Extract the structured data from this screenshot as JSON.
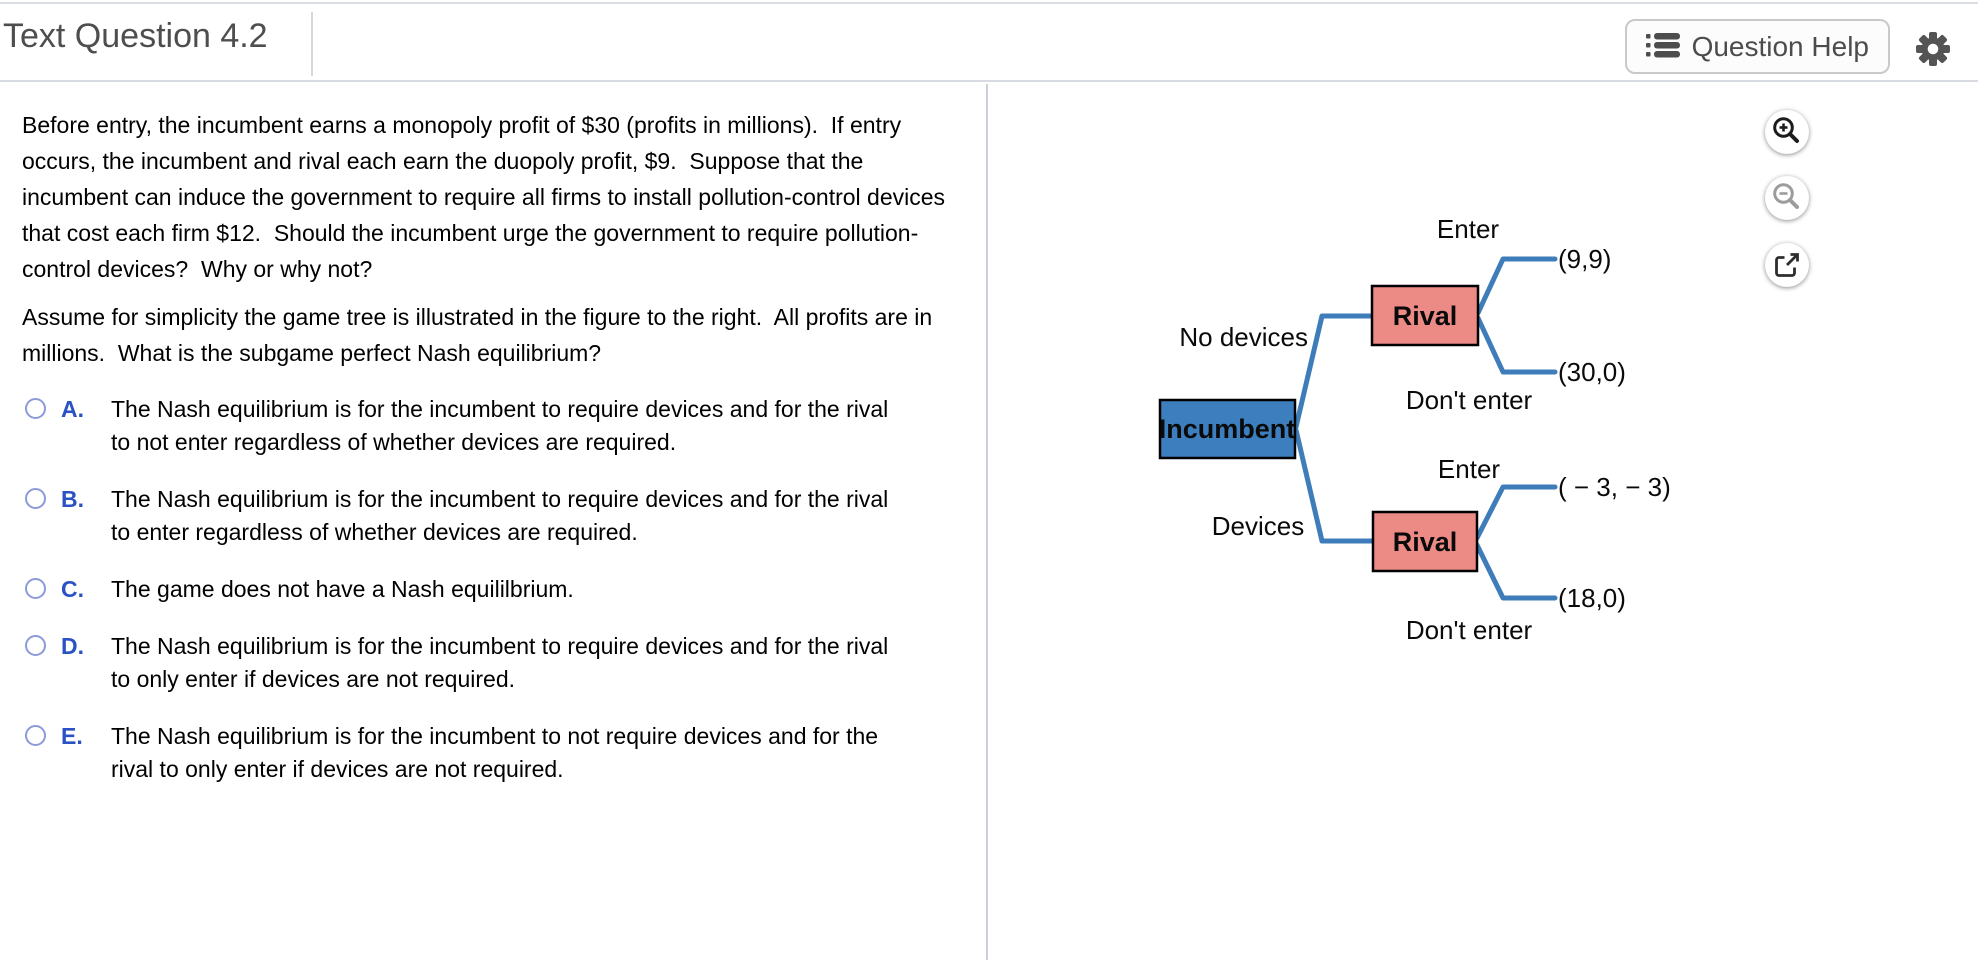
{
  "header": {
    "title": "Text Question 4.2",
    "help_button": {
      "label": "Question Help",
      "icon": "menu-list-icon"
    },
    "settings_icon": "gear-icon"
  },
  "question": {
    "paragraph1": "Before entry, the incumbent earns a monopoly profit of $30 (profits in millions).  If entry occurs, the incumbent and rival each earn the duopoly profit, $9.  Suppose that the incumbent can induce the government to require all firms to install pollution-control devices that cost each firm $12.  Should the incumbent urge the government to require pollution-control devices?  Why or why not?",
    "paragraph2": "Assume for simplicity the game tree is illustrated in the figure to the right.  All profits are in millions.  What is the subgame perfect Nash equilibrium?",
    "options": [
      {
        "letter": "A.",
        "text": "The Nash equilibrium is for the incumbent to require devices and for the rival to not enter regardless of whether devices are required."
      },
      {
        "letter": "B.",
        "text": "The Nash equilibrium is for the incumbent to require devices and for the rival to enter regardless of whether devices are required."
      },
      {
        "letter": "C.",
        "text": "The game does not have a Nash equililbrium."
      },
      {
        "letter": "D.",
        "text": "The Nash equilibrium is for the incumbent to require devices and for the rival to only enter if devices are not required."
      },
      {
        "letter": "E.",
        "text": "The Nash equilibrium is for the incumbent to not require devices and for the rival to only enter if devices are not required."
      }
    ]
  },
  "figure": {
    "tree": {
      "incumbent_label": "Incumbent",
      "incumbent_color": "#3d7fbe",
      "rival_color": "#ec8a85",
      "branch_color": "#3e7cba",
      "no_devices_label": "No devices",
      "devices_label": "Devices",
      "top": {
        "rival_label": "Rival",
        "enter_label": "Enter",
        "enter_payoff": "(9,9)",
        "dont_enter_label": "Don't enter",
        "dont_enter_payoff": "(30,0)"
      },
      "bottom": {
        "rival_label": "Rival",
        "enter_label": "Enter",
        "enter_payoff": "( − 3, − 3)",
        "dont_enter_label": "Don't enter",
        "dont_enter_payoff": "(18,0)"
      }
    },
    "controls": {
      "zoom_in": "zoom-in-icon",
      "zoom_out": "zoom-out-icon",
      "open_window": "open-in-new-window-icon"
    }
  }
}
